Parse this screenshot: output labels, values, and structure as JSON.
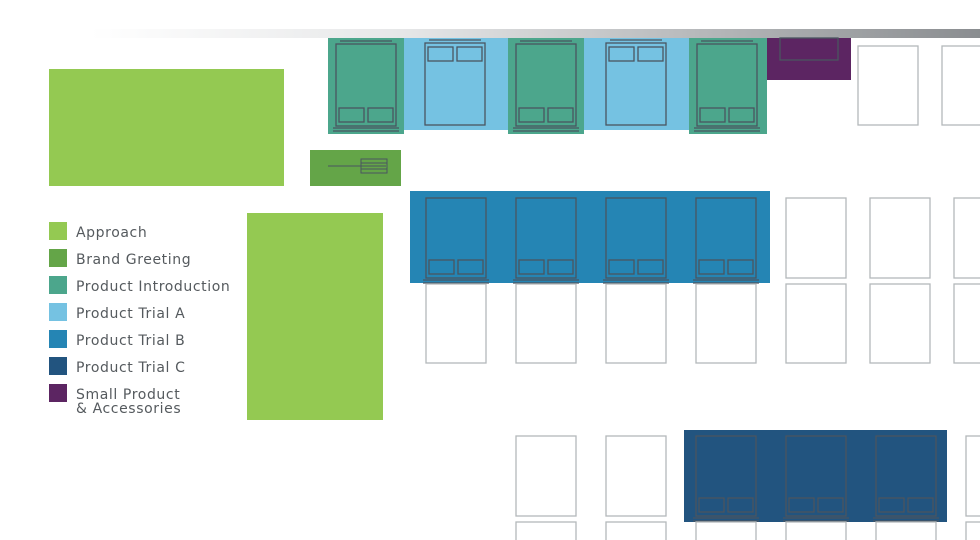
{
  "legend": {
    "items": [
      {
        "key": "approach",
        "label": "Approach",
        "color": "#94c952"
      },
      {
        "key": "brand_greeting",
        "label": "Brand Greeting",
        "color": "#64a548"
      },
      {
        "key": "product_introduction",
        "label": "Product Introduction",
        "color": "#4ca68c"
      },
      {
        "key": "product_trial_a",
        "label": "Product Trial A",
        "color": "#75c2e2"
      },
      {
        "key": "product_trial_b",
        "label": "Product Trial B",
        "color": "#2585b4"
      },
      {
        "key": "product_trial_c",
        "label": "Product Trial C",
        "color": "#22547f"
      },
      {
        "key": "small_product_accessories",
        "label": "Small Product\n& Accessories",
        "color": "#5c2562"
      }
    ]
  },
  "colors": {
    "bed_outline_on_color": "#4a5560",
    "bed_outline_plain": "#b4b8bb",
    "header_bar_gradient": [
      "#ffffff",
      "#8a8d90"
    ]
  },
  "zones": [
    {
      "name": "approach-zone-left",
      "zone": "approach"
    },
    {
      "name": "approach-zone-center",
      "zone": "approach"
    },
    {
      "name": "brand-greeting-zone",
      "zone": "brand_greeting"
    },
    {
      "name": "product-introduction-zone-1",
      "zone": "product_introduction"
    },
    {
      "name": "product-trial-a-zone-1",
      "zone": "product_trial_a"
    },
    {
      "name": "product-introduction-zone-2",
      "zone": "product_introduction"
    },
    {
      "name": "product-trial-a-zone-2",
      "zone": "product_trial_a"
    },
    {
      "name": "product-introduction-zone-3",
      "zone": "product_introduction"
    },
    {
      "name": "small-product-accessories-zone",
      "zone": "small_product_accessories"
    },
    {
      "name": "product-trial-b-zone",
      "zone": "product_trial_b"
    },
    {
      "name": "product-trial-c-zone",
      "zone": "product_trial_c"
    }
  ]
}
